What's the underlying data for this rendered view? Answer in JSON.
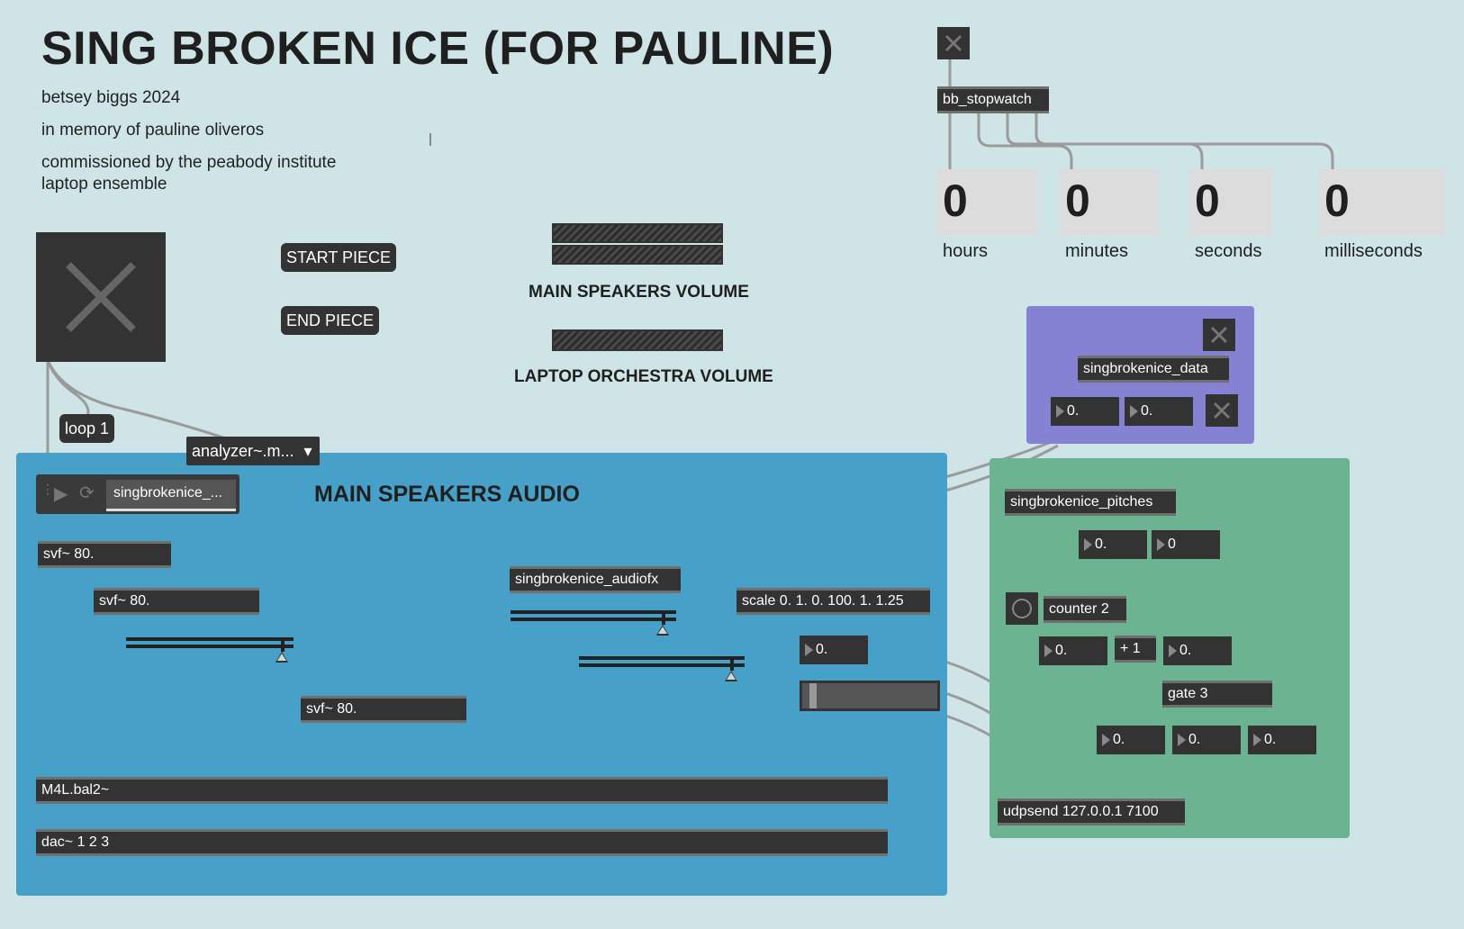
{
  "header": {
    "title": "SING BROKEN ICE (FOR PAULINE)",
    "line1": "betsey biggs 2024",
    "line2": "in memory of pauline oliveros",
    "line3a": "commissioned by the peabody institute",
    "line3b": "laptop ensemble"
  },
  "controls": {
    "start_label": "START PIECE",
    "end_label": "END PIECE",
    "main_volume_label": "MAIN SPEAKERS VOLUME",
    "laptop_volume_label": "LAPTOP ORCHESTRA VOLUME",
    "loop_label": "loop 1",
    "analyzer_label": "analyzer~.m..."
  },
  "stopwatch": {
    "object": "bb_stopwatch",
    "hours_value": "0",
    "hours_label": "hours",
    "minutes_value": "0",
    "minutes_label": "minutes",
    "seconds_value": "0",
    "seconds_label": "seconds",
    "ms_value": "0",
    "ms_label": "milliseconds"
  },
  "data_panel": {
    "object": "singbrokenice_data",
    "num1": "0.",
    "num2": "0."
  },
  "audio_panel": {
    "title": "MAIN SPEAKERS AUDIO",
    "player_file": "singbrokenice_...",
    "svf1": "svf~ 80.",
    "svf2": "svf~ 80.",
    "svf3": "svf~ 80.",
    "audiofx": "singbrokenice_audiofx",
    "scale": "scale 0. 1. 0. 100. 1. 1.25",
    "scale_num": "0.",
    "bal": "M4L.bal2~",
    "dac": "dac~ 1 2 3"
  },
  "pitch_panel": {
    "object": "singbrokenice_pitches",
    "num1": "0.",
    "num2": "0",
    "counter": "counter 2",
    "cnt_num": "0.",
    "plus": "+ 1",
    "plus_num": "0.",
    "gate": "gate 3",
    "g1": "0.",
    "g2": "0.",
    "g3": "0.",
    "udp": "udpsend 127.0.0.1 7100"
  },
  "colors": {
    "background": "#cfe4e6",
    "audio_panel": "#47a0c8",
    "pitch_panel": "#6bb391",
    "data_panel": "#8581d3",
    "object": "#333333"
  }
}
